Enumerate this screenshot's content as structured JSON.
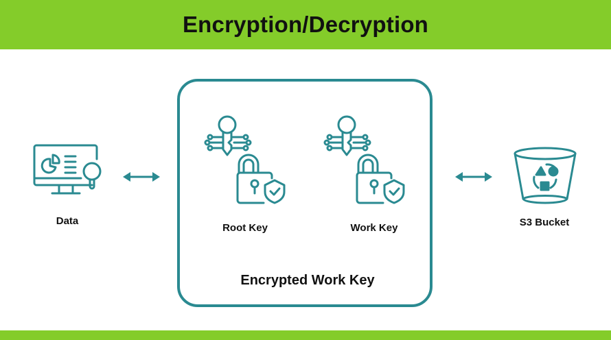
{
  "header": {
    "title": "Encryption/Decryption"
  },
  "nodes": {
    "data": {
      "label": "Data",
      "icon": "monitor-analytics-icon"
    },
    "root_key": {
      "label": "Root Key",
      "icon": "key-lock-icon"
    },
    "work_key": {
      "label": "Work Key",
      "icon": "key-lock-icon"
    },
    "s3_bucket": {
      "label": "S3 Bucket",
      "icon": "bucket-icon"
    }
  },
  "panel": {
    "label": "Encrypted Work Key"
  },
  "colors": {
    "accent": "#2a8a91",
    "banner": "#84cc2a",
    "text": "#111111"
  }
}
